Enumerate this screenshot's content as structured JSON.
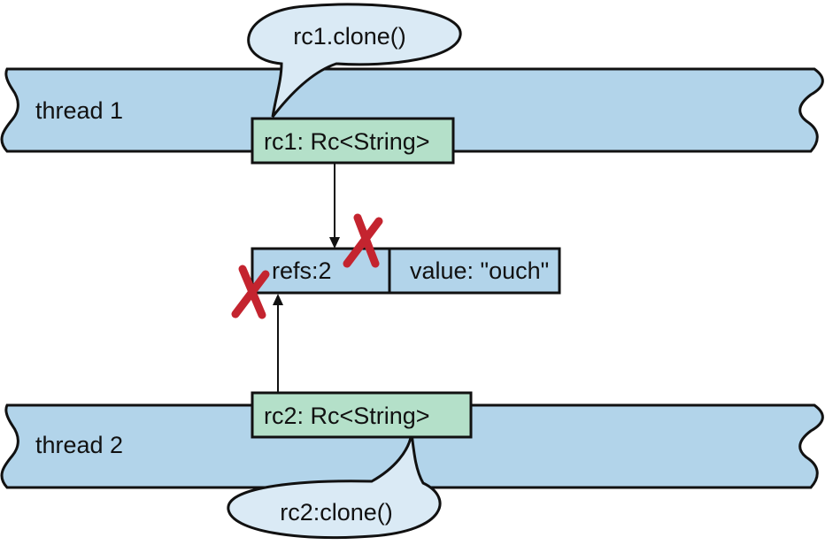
{
  "threads": [
    {
      "label": "thread 1"
    },
    {
      "label": "thread 2"
    }
  ],
  "callouts": {
    "top": "rc1.clone()",
    "bottom": "rc2:clone()"
  },
  "handles": {
    "rc1": "rc1: Rc<String>",
    "rc2": "rc2: Rc<String>"
  },
  "rc_box": {
    "refs": "refs:2",
    "value": "value: \"ouch\""
  },
  "colors": {
    "thread_fill": "#b2d4ea",
    "handle_fill": "#b4e0c9",
    "callout_fill": "#daeaf5",
    "cross_mark": "#c4242f",
    "stroke": "#111111"
  },
  "marks": [
    "cross-mark",
    "cross-mark"
  ]
}
